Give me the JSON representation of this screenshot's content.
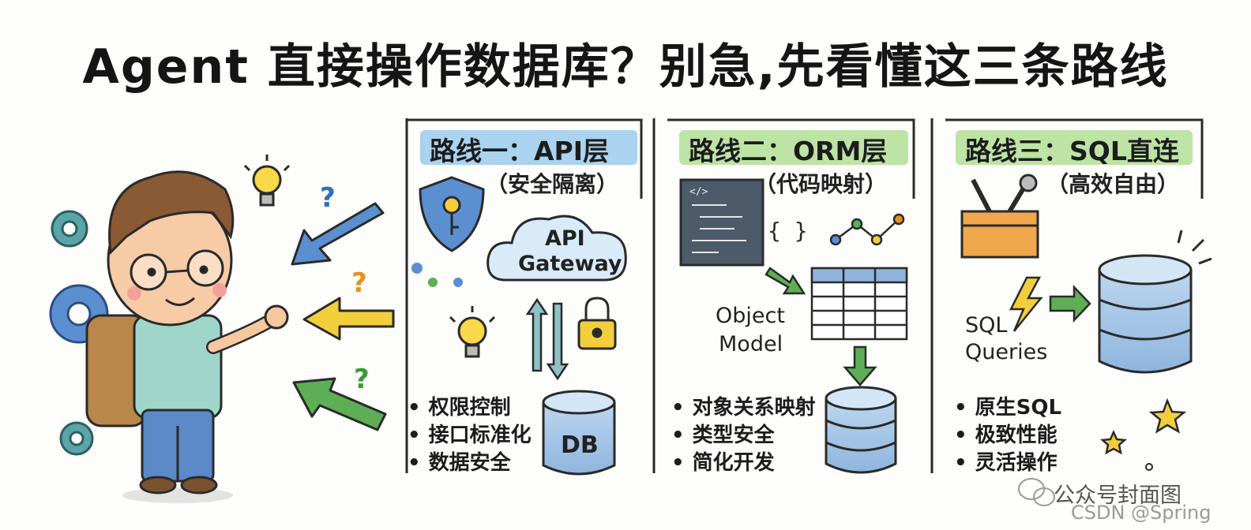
{
  "title": "Agent 直接操作数据库？别急,先看懂这三条路线",
  "routes": [
    {
      "heading": "路线一：API层",
      "subtitle": "（安全隔离）",
      "diagram_labels": [
        "API",
        "Gateway",
        "DB"
      ],
      "bullets": [
        "权限控制",
        "接口标准化",
        "数据安全"
      ],
      "highlight_color": "#a9d3ef"
    },
    {
      "heading": "路线二：ORM层",
      "subtitle": "（代码映射）",
      "diagram_labels": [
        "Object",
        "Model"
      ],
      "code_braces": "{ }",
      "bullets": [
        "对象关系映射",
        "类型安全",
        "简化开发"
      ],
      "highlight_color": "#bde3a5"
    },
    {
      "heading": "路线三：SQL直连",
      "subtitle": "（高效自由）",
      "diagram_labels": [
        "SQL",
        "Queries"
      ],
      "bullets": [
        "原生SQL",
        "极致性能",
        "灵活操作"
      ],
      "highlight_color": "#bde3a5"
    }
  ],
  "watermark": "公众号封面图",
  "source_mark": "CSDN @Spring",
  "icons": [
    "gear-icon",
    "lightbulb-icon",
    "question-icon",
    "arrow-icon",
    "shield-icon",
    "key-icon",
    "cloud-icon",
    "lock-icon",
    "database-icon",
    "code-window-icon",
    "table-icon",
    "toolbox-icon",
    "lightning-icon",
    "star-icon",
    "wechat-icon"
  ]
}
